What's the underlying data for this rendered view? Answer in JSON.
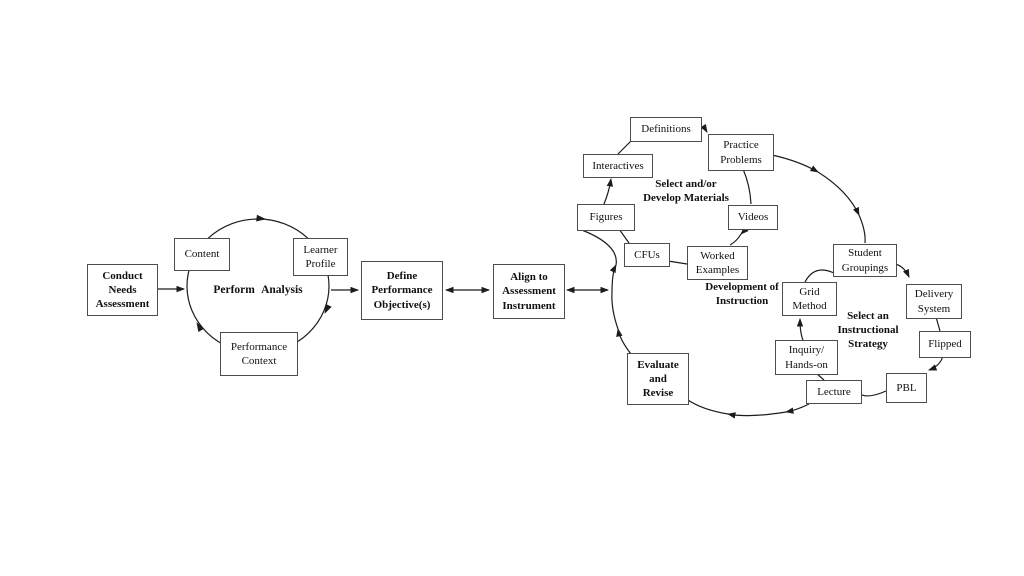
{
  "diagram_title": "Instructional design process flow diagram",
  "nodes": {
    "conduct": "Conduct\nNeeds\nAssessment",
    "content": "Content",
    "learner_profile": "Learner\nProfile",
    "performance_context": "Performance\nContext",
    "perform_analysis": "Perform Analysis",
    "define": "Define\nPerformance\nObjective(s)",
    "align": "Align to\nAssessment\nInstrument",
    "definitions": "Definitions",
    "practice_problems": "Practice\nProblems",
    "interactives": "Interactives",
    "figures": "Figures",
    "videos": "Videos",
    "cfus": "CFUs",
    "worked_examples": "Worked\nExamples",
    "student_groupings": "Student\nGroupings",
    "grid_method": "Grid\nMethod",
    "delivery_system": "Delivery\nSystem",
    "flipped": "Flipped",
    "inquiry_hands_on": "Inquiry/\nHands-on",
    "pbl": "PBL",
    "lecture": "Lecture",
    "evaluate_revise": "Evaluate\nand\nRevise"
  },
  "labels": {
    "select_develop_materials": "Select and/or\nDevelop Materials",
    "development_of_instruction": "Development of\nInstruction",
    "select_instructional_strategy": "Select an\nInstructional\nStrategy"
  },
  "connections": [
    {
      "from": "conduct",
      "to": "perform_analysis_cycle",
      "arrow": "single"
    },
    {
      "from": "perform_analysis_cycle",
      "to": "define",
      "arrow": "single"
    },
    {
      "from": "define",
      "to": "align",
      "arrow": "double"
    },
    {
      "from": "align",
      "to": "design_cycle",
      "arrow": "double"
    },
    {
      "cycle": "perform_analysis_cycle",
      "direction": "clockwise",
      "members": [
        "content",
        "learner_profile",
        "performance_context"
      ]
    },
    {
      "cycle": "materials_loop",
      "direction": "clockwise",
      "members": [
        "figures",
        "interactives",
        "definitions",
        "practice_problems",
        "videos",
        "worked_examples",
        "cfus"
      ]
    },
    {
      "cycle": "strategy_loop",
      "direction": "clockwise",
      "members": [
        "student_groupings",
        "delivery_system",
        "flipped",
        "pbl",
        "lecture",
        "inquiry_hands_on",
        "grid_method"
      ]
    },
    {
      "cycle": "design_cycle_outer",
      "direction": "clockwise",
      "members": [
        "figures_interactives_definitions_practice_problems",
        "student_groupings_to_lecture",
        "evaluate_revise"
      ]
    }
  ],
  "colors": {
    "background": "#ffffff",
    "line": "#1c1c1c",
    "box_border": "#4d4d4d",
    "text": "#111111"
  }
}
